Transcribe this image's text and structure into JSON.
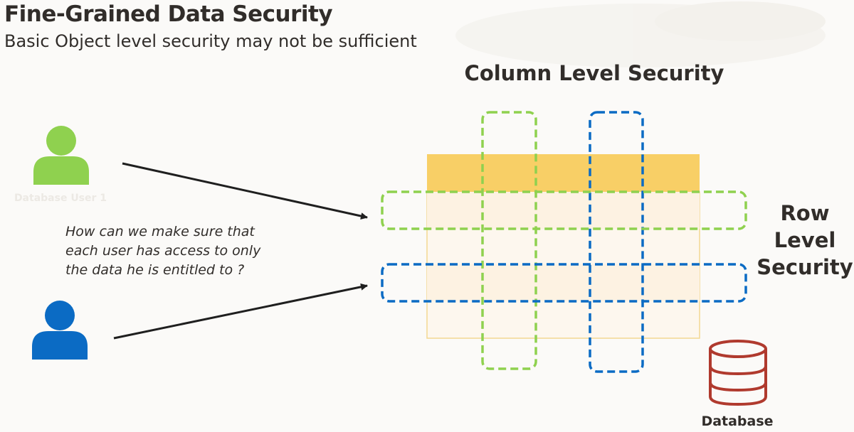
{
  "header": {
    "title": "Fine-Grained Data Security",
    "subtitle": "Basic Object level security may not be sufficient"
  },
  "diagram": {
    "column_security_label": "Column Level Security",
    "row_security_lines": [
      "Row",
      "Level",
      "Security"
    ],
    "question_lines": [
      "How can we make sure that",
      "each user has access to only",
      "the data he is entitled to ?"
    ],
    "user1_label": "Database User 1",
    "database_label": "Database"
  },
  "colors": {
    "user1_green": "#8fd14f",
    "user2_blue": "#0b6bc4",
    "table_header": "#f8cf66",
    "database_red": "#b03a2e",
    "arrow": "#1f1f1f"
  },
  "icons": {
    "user1": "person-icon",
    "user2": "person-icon",
    "database": "database-cylinder-icon"
  }
}
